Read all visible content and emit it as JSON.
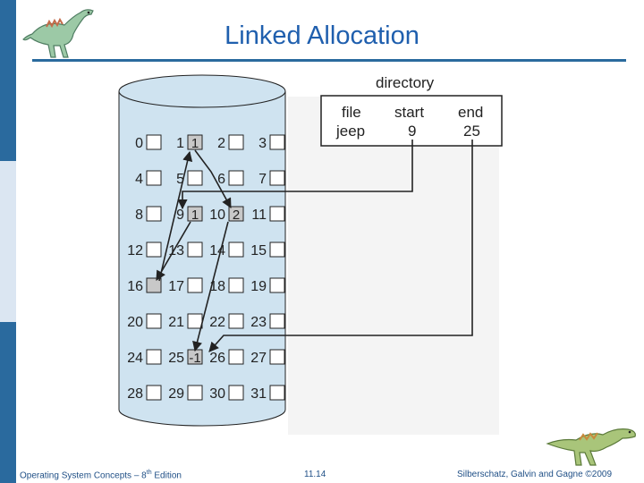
{
  "slide": {
    "title": "Linked Allocation"
  },
  "diagram": {
    "directory_label": "directory",
    "directory_table": {
      "headers": [
        "file",
        "start",
        "end"
      ],
      "row": [
        "jeep",
        "9",
        "25"
      ]
    },
    "blocks": [
      {
        "num": "0",
        "mark": ""
      },
      {
        "num": "1",
        "mark": "1"
      },
      {
        "num": "2",
        "mark": ""
      },
      {
        "num": "3",
        "mark": ""
      },
      {
        "num": "4",
        "mark": ""
      },
      {
        "num": "5",
        "mark": ""
      },
      {
        "num": "6",
        "mark": ""
      },
      {
        "num": "7",
        "mark": ""
      },
      {
        "num": "8",
        "mark": ""
      },
      {
        "num": "9",
        "mark": "1"
      },
      {
        "num": "10",
        "mark": "2"
      },
      {
        "num": "11",
        "mark": ""
      },
      {
        "num": "12",
        "mark": ""
      },
      {
        "num": "13",
        "mark": ""
      },
      {
        "num": "14",
        "mark": ""
      },
      {
        "num": "15",
        "mark": ""
      },
      {
        "num": "16",
        "mark": ""
      },
      {
        "num": "17",
        "mark": ""
      },
      {
        "num": "18",
        "mark": ""
      },
      {
        "num": "19",
        "mark": ""
      },
      {
        "num": "20",
        "mark": ""
      },
      {
        "num": "21",
        "mark": ""
      },
      {
        "num": "22",
        "mark": ""
      },
      {
        "num": "23",
        "mark": ""
      },
      {
        "num": "24",
        "mark": ""
      },
      {
        "num": "25",
        "mark": "-1"
      },
      {
        "num": "26",
        "mark": ""
      },
      {
        "num": "27",
        "mark": ""
      },
      {
        "num": "28",
        "mark": ""
      },
      {
        "num": "29",
        "mark": ""
      },
      {
        "num": "30",
        "mark": ""
      },
      {
        "num": "31",
        "mark": ""
      }
    ],
    "used_blocks": [
      "1",
      "9",
      "10",
      "16",
      "25"
    ],
    "chain": [
      "9",
      "16",
      "1",
      "10",
      "25"
    ]
  },
  "footer": {
    "book_prefix": "Operating System Concepts – 8",
    "book_sup": "th",
    "book_suffix": " Edition",
    "page": "11.14",
    "copyright": "Silberschatz, Galvin and Gagne ©2009"
  },
  "colors": {
    "title": "#1f5fae",
    "sidebar_dark": "#2a6a9e",
    "sidebar_light": "#dbe6f2",
    "cylinder_fill": "#cfe3f0",
    "used_block": "#c8c8c8"
  }
}
